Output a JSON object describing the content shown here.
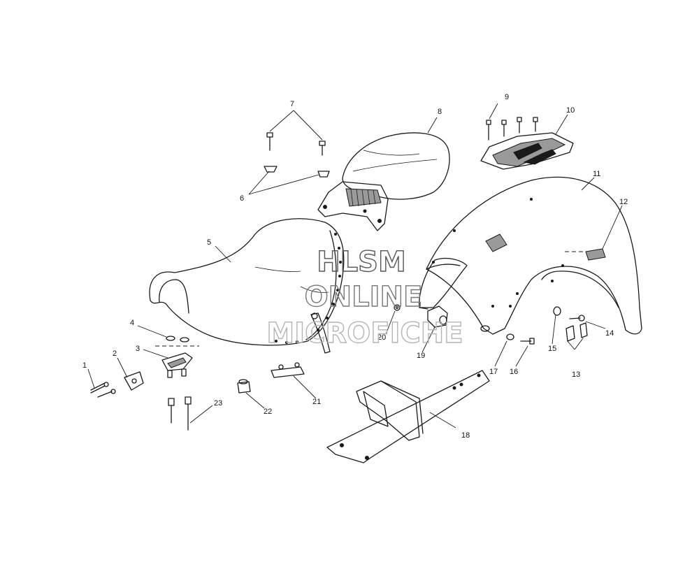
{
  "callouts": {
    "c1": "1",
    "c2": "2",
    "c3": "3",
    "c4": "4",
    "c5": "5",
    "c6": "6",
    "c7": "7",
    "c8": "8",
    "c9": "9",
    "c10": "10",
    "c11": "11",
    "c12": "12",
    "c13": "13",
    "c14": "14",
    "c15": "15",
    "c16": "16",
    "c17": "17",
    "c18": "18",
    "c19": "19",
    "c20": "20",
    "c21": "21",
    "c22": "22",
    "c23": "23"
  },
  "watermark": {
    "line1": "HLSM",
    "line2": "ONLINE",
    "line3": "MICROFICHE"
  }
}
